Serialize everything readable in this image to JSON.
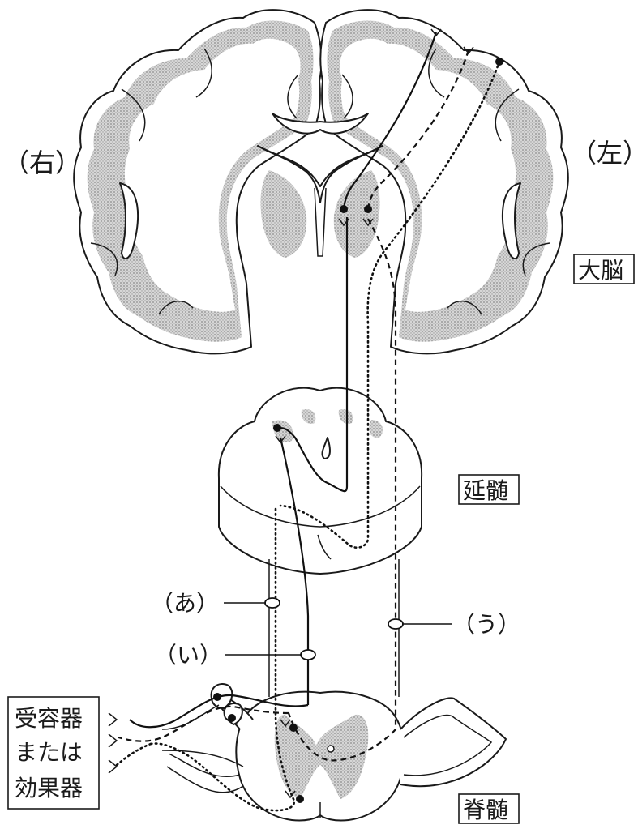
{
  "labels": {
    "right": "（右）",
    "left": "（左）",
    "cerebrum": "大脳",
    "medulla": "延髄",
    "spinal_cord": "脊髄",
    "receptor_line1": "受容器",
    "receptor_line2": "または",
    "receptor_line3": "効果器",
    "pathway_a": "（あ）",
    "pathway_i": "（い）",
    "pathway_u": "（う）"
  },
  "colors": {
    "line": "#111111",
    "stipple": "#bdbdbd"
  }
}
